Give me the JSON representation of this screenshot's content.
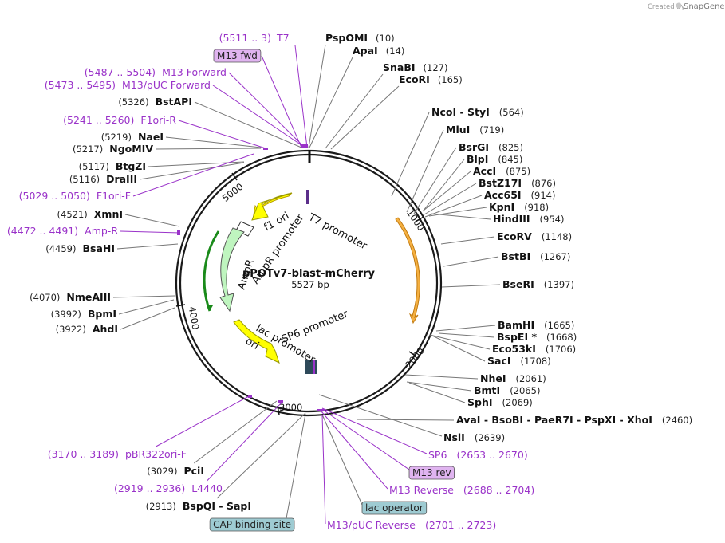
{
  "credit": {
    "prefix": "Created by",
    "brand": "SnapGene"
  },
  "plasmid": {
    "name": "pPOTv7-blast-mCherry",
    "size": "5527 bp"
  },
  "ticks": [
    "1000",
    "2000",
    "3000",
    "4000",
    "5000"
  ],
  "features": [
    "T7 promoter",
    "f1 ori",
    "AmpR promoter",
    "AmpR",
    "lac promoter",
    "ori",
    "SP6 promoter"
  ],
  "colors": {
    "primer": "#9a33c9",
    "amp": "#bff5bf",
    "amp_stroke": "#1a8a1a",
    "f1": "#ffff00",
    "orange": "#f5b041",
    "box_purple": "#e0b4f0",
    "box_teal": "#9ecbd2"
  },
  "top_labels": [
    {
      "kind": "primer",
      "pos": "(5511 .. 3)",
      "name": "T7"
    },
    {
      "kind": "enzyme",
      "name": "PspOMI",
      "pos": "(10)"
    },
    {
      "kind": "enzyme",
      "name": "ApaI",
      "pos": "(14)"
    },
    {
      "kind": "box",
      "name": "M13 fwd"
    },
    {
      "kind": "enzyme",
      "name": "SnaBI",
      "pos": "(127)"
    },
    {
      "kind": "enzyme",
      "name": "EcoRI",
      "pos": "(165)"
    }
  ],
  "left_labels": [
    {
      "kind": "primer",
      "pos": "(5487 .. 5504)",
      "name": "M13 Forward"
    },
    {
      "kind": "primer",
      "pos": "(5473 .. 5495)",
      "name": "M13/pUC Forward"
    },
    {
      "kind": "enzyme",
      "pos": "(5326)",
      "name": "BstAPI"
    },
    {
      "kind": "primer",
      "pos": "(5241 .. 5260)",
      "name": "F1ori-R"
    },
    {
      "kind": "enzyme",
      "pos": "(5219)",
      "name": "NaeI"
    },
    {
      "kind": "enzyme",
      "pos": "(5217)",
      "name": "NgoMIV"
    },
    {
      "kind": "enzyme",
      "pos": "(5117)",
      "name": "BtgZI"
    },
    {
      "kind": "enzyme",
      "pos": "(5116)",
      "name": "DraIII"
    },
    {
      "kind": "primer",
      "pos": "(5029 .. 5050)",
      "name": "F1ori-F"
    },
    {
      "kind": "enzyme",
      "pos": "(4521)",
      "name": "XmnI"
    },
    {
      "kind": "primer",
      "pos": "(4472 .. 4491)",
      "name": "Amp-R"
    },
    {
      "kind": "enzyme",
      "pos": "(4459)",
      "name": "BsaHI"
    },
    {
      "kind": "enzyme",
      "pos": "(4070)",
      "name": "NmeAIII"
    },
    {
      "kind": "enzyme",
      "pos": "(3992)",
      "name": "BpmI"
    },
    {
      "kind": "enzyme",
      "pos": "(3922)",
      "name": "AhdI"
    },
    {
      "kind": "primer",
      "pos": "(3170 .. 3189)",
      "name": "pBR322ori-F"
    },
    {
      "kind": "enzyme",
      "pos": "(3029)",
      "name": "PciI"
    },
    {
      "kind": "primer",
      "pos": "(2919 .. 2936)",
      "name": "L4440"
    },
    {
      "kind": "enzyme",
      "pos": "(2913)",
      "name": "BspQI - SapI"
    },
    {
      "kind": "box",
      "name": "CAP binding site"
    }
  ],
  "right_labels": [
    {
      "kind": "enzyme",
      "name": "NcoI - StyI",
      "pos": "(564)"
    },
    {
      "kind": "enzyme",
      "name": "MluI",
      "pos": "(719)"
    },
    {
      "kind": "enzyme",
      "name": "BsrGI",
      "pos": "(825)"
    },
    {
      "kind": "enzyme",
      "name": "BlpI",
      "pos": "(845)"
    },
    {
      "kind": "enzyme",
      "name": "AccI",
      "pos": "(875)"
    },
    {
      "kind": "enzyme",
      "name": "BstZ17I",
      "pos": "(876)"
    },
    {
      "kind": "enzyme",
      "name": "Acc65I",
      "pos": "(914)"
    },
    {
      "kind": "enzyme",
      "name": "KpnI",
      "pos": "(918)"
    },
    {
      "kind": "enzyme",
      "name": "HindIII",
      "pos": "(954)"
    },
    {
      "kind": "enzyme",
      "name": "EcoRV",
      "pos": "(1148)"
    },
    {
      "kind": "enzyme",
      "name": "BstBI",
      "pos": "(1267)"
    },
    {
      "kind": "enzyme",
      "name": "BseRI",
      "pos": "(1397)"
    },
    {
      "kind": "enzyme",
      "name": "BamHI",
      "pos": "(1665)"
    },
    {
      "kind": "enzyme",
      "name": "BspEI *",
      "pos": "(1668)"
    },
    {
      "kind": "enzyme",
      "name": "Eco53kI",
      "pos": "(1706)"
    },
    {
      "kind": "enzyme",
      "name": "SacI",
      "pos": "(1708)"
    },
    {
      "kind": "enzyme",
      "name": "NheI",
      "pos": "(2061)"
    },
    {
      "kind": "enzyme",
      "name": "BmtI",
      "pos": "(2065)"
    },
    {
      "kind": "enzyme",
      "name": "SphI",
      "pos": "(2069)"
    },
    {
      "kind": "enzyme",
      "name": "AvaI - BsoBI - PaeR7I - PspXI - XhoI",
      "pos": "(2460)"
    },
    {
      "kind": "enzyme",
      "name": "NsiI",
      "pos": "(2639)"
    },
    {
      "kind": "primer",
      "name": "SP6",
      "pos": "(2653 .. 2670)"
    },
    {
      "kind": "box",
      "name": "M13 rev"
    },
    {
      "kind": "primer",
      "name": "M13 Reverse",
      "pos": "(2688 .. 2704)"
    },
    {
      "kind": "box",
      "name": "lac operator"
    },
    {
      "kind": "primer",
      "name": "M13/pUC Reverse",
      "pos": "(2701 .. 2723)"
    }
  ]
}
